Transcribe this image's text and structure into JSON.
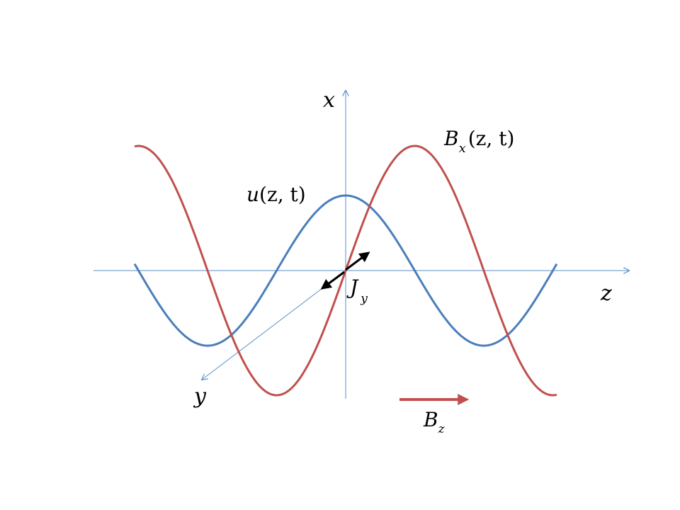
{
  "axes": {
    "x_label": "x",
    "z_label": "z",
    "y_label": "y",
    "color": "#5b8fc9"
  },
  "curves": {
    "u": {
      "name": "u",
      "args": "(z, t)",
      "color": "#4a7ebb"
    },
    "bx": {
      "name": "B",
      "sub": "x",
      "args": "(z, t)",
      "color": "#c0504d"
    }
  },
  "current": {
    "name": "J",
    "sub": "y",
    "color": "#000000"
  },
  "field": {
    "name": "B",
    "sub": "z",
    "color": "#c0504d"
  }
}
